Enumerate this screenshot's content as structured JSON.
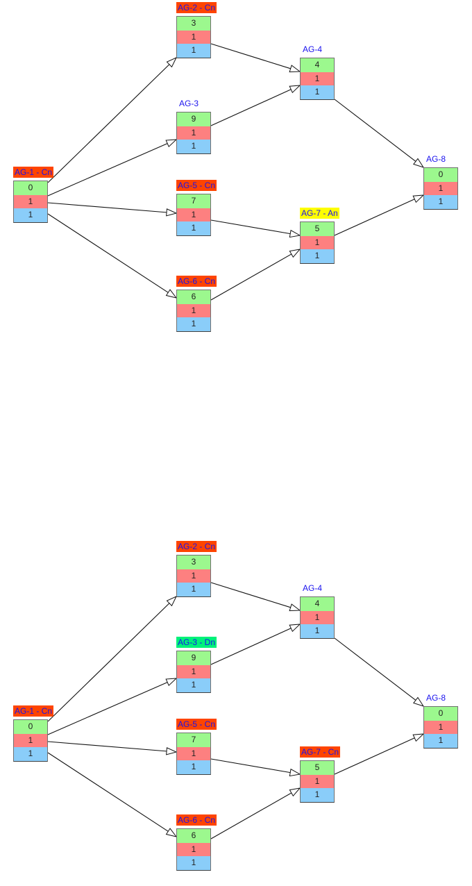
{
  "legend_colors": {
    "row1": "#9cf88e",
    "row2": "#fd8080",
    "row3": "#8acdf9",
    "label_text": "#1a12ee"
  },
  "status_colors": {
    "Cn": "#fe4400",
    "An": "#fefe00",
    "Dn": "#00f27a",
    "none": "transparent"
  },
  "panels": [
    {
      "name": "top",
      "nodes": {
        "AG1": {
          "label": "AG-1 - Cn",
          "status": "Cn",
          "values": [
            "0",
            "1",
            "1"
          ]
        },
        "AG2": {
          "label": "AG-2 - Cn",
          "status": "Cn",
          "values": [
            "3",
            "1",
            "1"
          ]
        },
        "AG3": {
          "label": "AG-3",
          "status": "none",
          "values": [
            "9",
            "1",
            "1"
          ]
        },
        "AG4": {
          "label": "AG-4",
          "status": "none",
          "values": [
            "4",
            "1",
            "1"
          ]
        },
        "AG5": {
          "label": "AG-5 - Cn",
          "status": "Cn",
          "values": [
            "7",
            "1",
            "1"
          ]
        },
        "AG6": {
          "label": "AG-6 - Cn",
          "status": "Cn",
          "values": [
            "6",
            "1",
            "1"
          ]
        },
        "AG7": {
          "label": "AG-7 - An",
          "status": "An",
          "values": [
            "5",
            "1",
            "1"
          ]
        },
        "AG8": {
          "label": "AG-8",
          "status": "none",
          "values": [
            "0",
            "1",
            "1"
          ]
        }
      }
    },
    {
      "name": "bottom",
      "nodes": {
        "AG1": {
          "label": "AG-1 - Cn",
          "status": "Cn",
          "values": [
            "0",
            "1",
            "1"
          ]
        },
        "AG2": {
          "label": "AG-2 - Cn",
          "status": "Cn",
          "values": [
            "3",
            "1",
            "1"
          ]
        },
        "AG3": {
          "label": "AG-3 - Dn",
          "status": "Dn",
          "values": [
            "9",
            "1",
            "1"
          ]
        },
        "AG4": {
          "label": "AG-4",
          "status": "none",
          "values": [
            "4",
            "1",
            "1"
          ]
        },
        "AG5": {
          "label": "AG-5 - Cn",
          "status": "Cn",
          "values": [
            "7",
            "1",
            "1"
          ]
        },
        "AG6": {
          "label": "AG-6 - Cn",
          "status": "Cn",
          "values": [
            "6",
            "1",
            "1"
          ]
        },
        "AG7": {
          "label": "AG-7 - Cn",
          "status": "Cn",
          "values": [
            "5",
            "1",
            "1"
          ]
        },
        "AG8": {
          "label": "AG-8",
          "status": "none",
          "values": [
            "0",
            "1",
            "1"
          ]
        }
      }
    }
  ],
  "edges": [
    {
      "from": "AG1",
      "to": "AG2"
    },
    {
      "from": "AG1",
      "to": "AG3"
    },
    {
      "from": "AG1",
      "to": "AG5"
    },
    {
      "from": "AG1",
      "to": "AG6"
    },
    {
      "from": "AG2",
      "to": "AG4"
    },
    {
      "from": "AG3",
      "to": "AG4"
    },
    {
      "from": "AG5",
      "to": "AG7"
    },
    {
      "from": "AG6",
      "to": "AG7"
    },
    {
      "from": "AG4",
      "to": "AG8"
    },
    {
      "from": "AG7",
      "to": "AG8"
    }
  ]
}
